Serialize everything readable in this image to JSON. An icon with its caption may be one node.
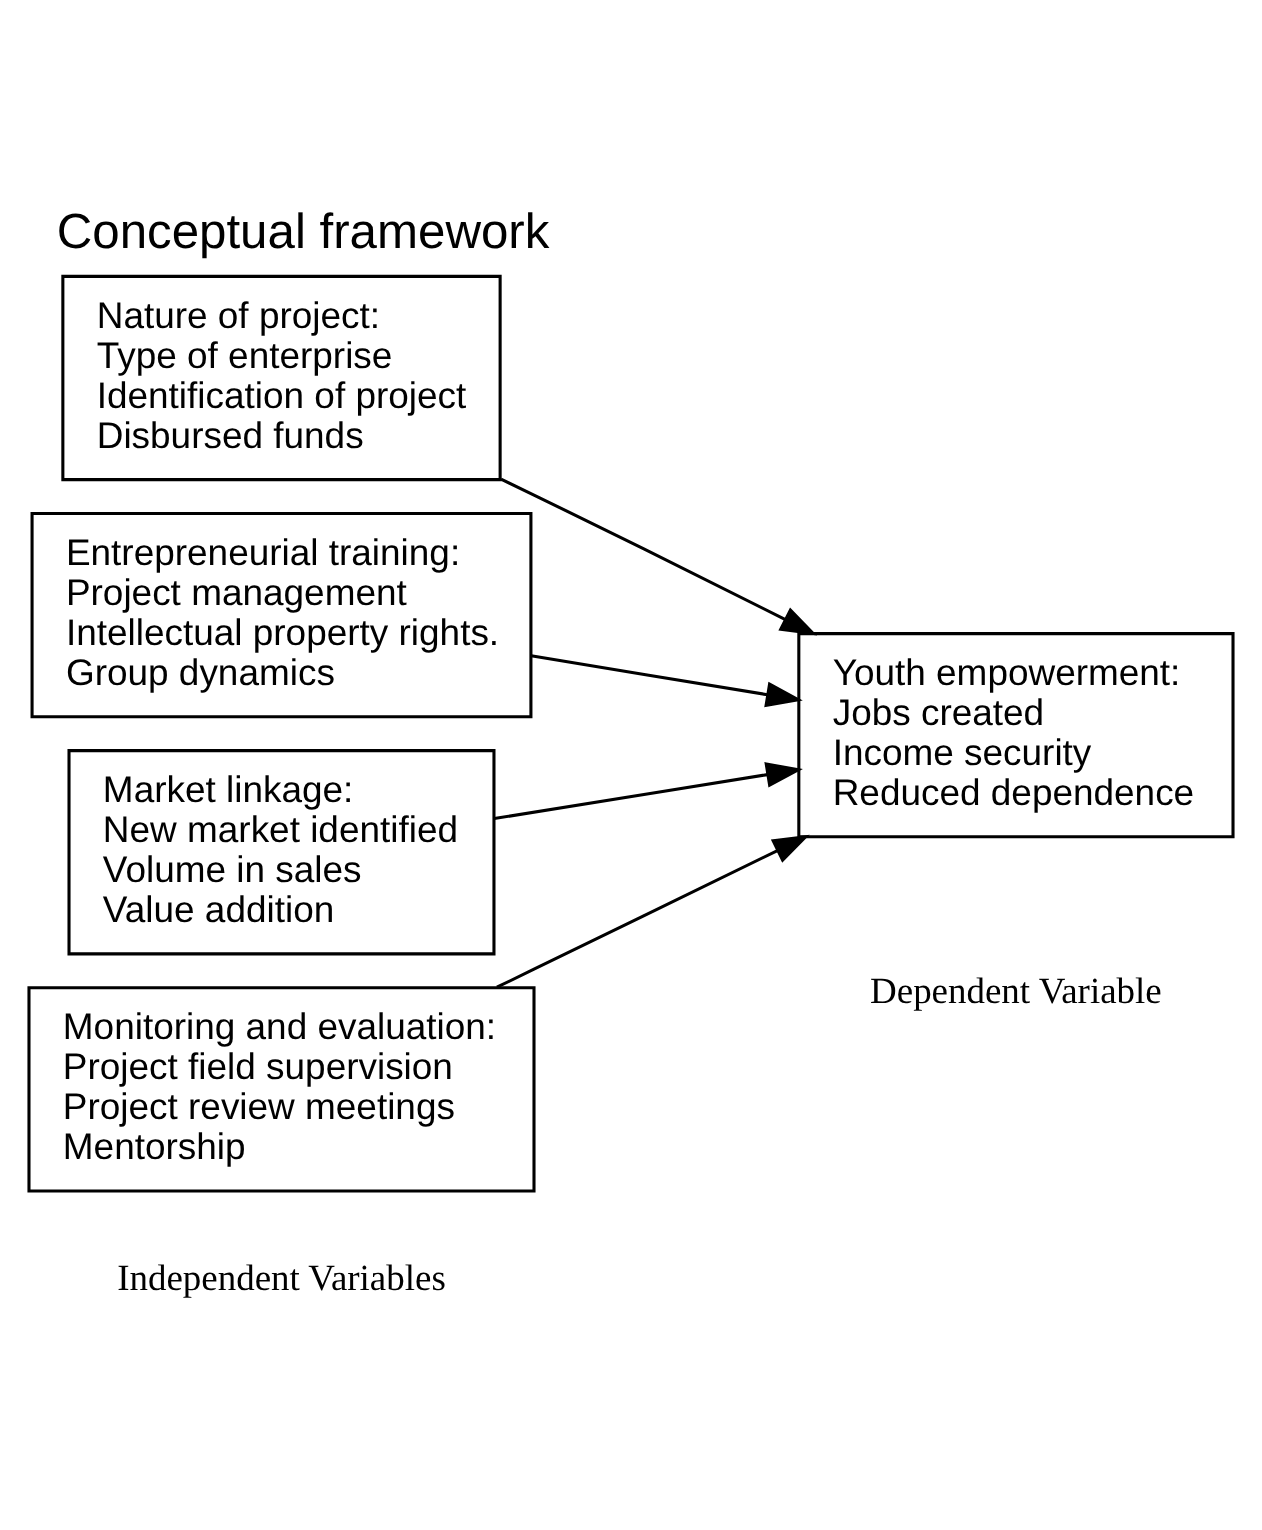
{
  "diagram": {
    "title": "Conceptual framework",
    "nodes": [
      {
        "text": [
          "Nature of project:",
          "Type of enterprise",
          "Identification of project",
          "Disbursed funds"
        ]
      },
      {
        "text": [
          "Entrepreneurial training:",
          "Project management",
          "Intellectual property rights.",
          "Group dynamics"
        ]
      },
      {
        "text": [
          "Market linkage:",
          "New market identified",
          "Volume in sales",
          "Value addition"
        ]
      },
      {
        "text": [
          "Monitoring and evaluation:",
          "Project field supervision",
          "Project review meetings",
          "Mentorship"
        ]
      },
      {
        "text": [
          "Youth empowerment:",
          "Jobs created",
          "Income security",
          "Reduced dependence"
        ]
      }
    ],
    "edges": [
      {
        "from": 0,
        "to": 4,
        "arrow": "to"
      },
      {
        "from": 1,
        "to": 4,
        "arrow": "to"
      },
      {
        "from": 2,
        "to": 4,
        "arrow": "to"
      },
      {
        "from": 3,
        "to": 4,
        "arrow": "to"
      }
    ],
    "labels": [
      "Independent Variables",
      "Dependent Variable"
    ]
  }
}
